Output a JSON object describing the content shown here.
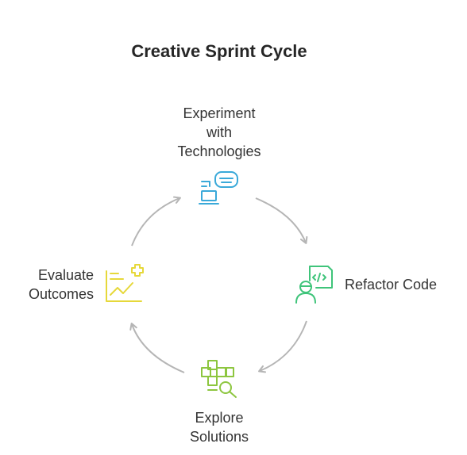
{
  "title": "Creative Sprint Cycle",
  "steps": [
    {
      "lines": [
        "Experiment",
        "with",
        "Technologies"
      ],
      "icon": "vr-headset-laptop-icon",
      "color": "#3aa9d9"
    },
    {
      "lines": [
        "Refactor Code"
      ],
      "icon": "developer-code-icon",
      "color": "#3fc47a"
    },
    {
      "lines": [
        "Explore",
        "Solutions"
      ],
      "icon": "grid-search-icon",
      "color": "#8dc63f"
    },
    {
      "lines": [
        "Evaluate",
        "Outcomes"
      ],
      "icon": "chart-plus-icon",
      "color": "#e6d83a"
    }
  ],
  "arrow_color": "#b5b5b5"
}
